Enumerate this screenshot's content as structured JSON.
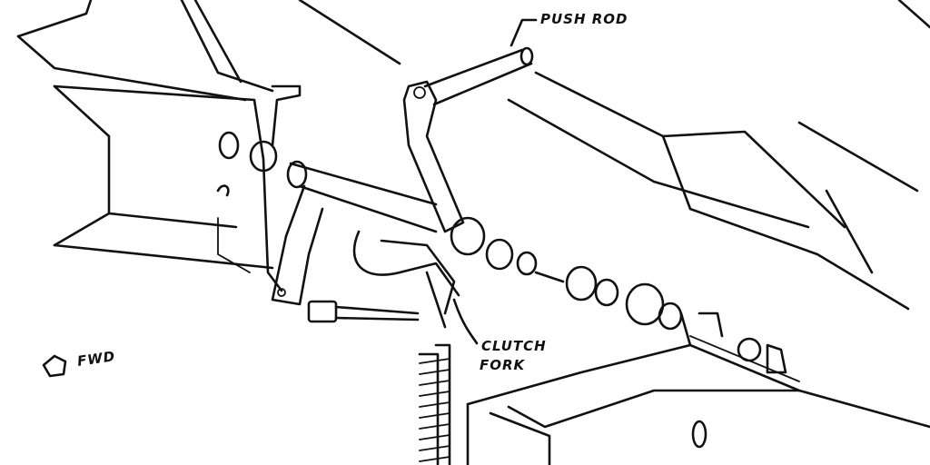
{
  "diagram": {
    "type": "exploded mechanical line drawing",
    "subject": "clutch linkage assembly",
    "labels": {
      "push_rod": "PUSH ROD",
      "clutch_fork_line1": "CLUTCH",
      "clutch_fork_line2": "FORK",
      "fwd": "FWD"
    },
    "colors": {
      "line": "#111111",
      "background": "#ffffff"
    }
  }
}
